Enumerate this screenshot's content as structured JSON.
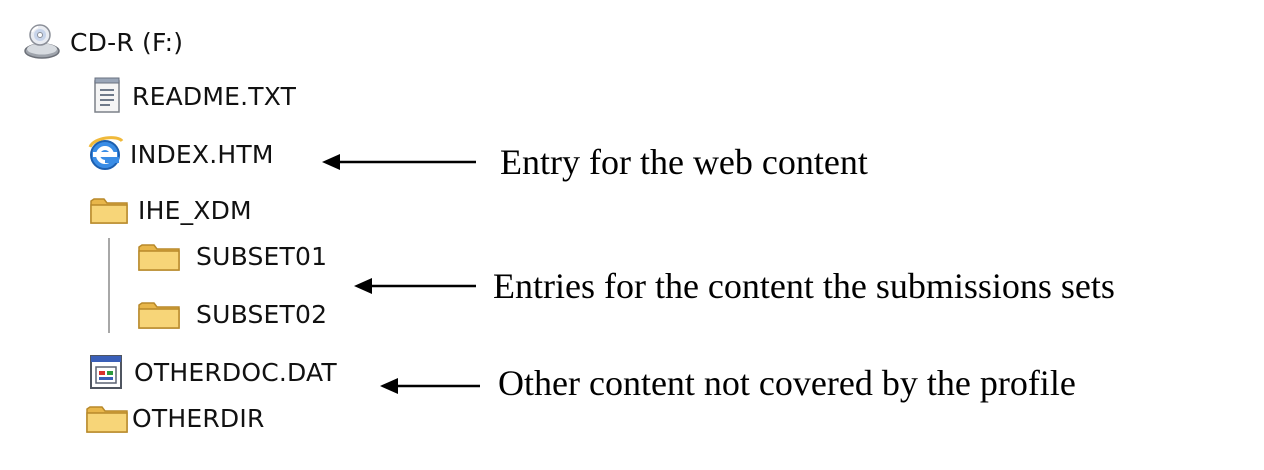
{
  "tree": {
    "drive": {
      "label": "CD-R (F:)",
      "icon": "cd-drive-icon"
    },
    "items": [
      {
        "label": "README.TXT",
        "icon": "text-file-icon"
      },
      {
        "label": "INDEX.HTM",
        "icon": "internet-explorer-icon"
      },
      {
        "label": "IHE_XDM",
        "icon": "folder-icon"
      },
      {
        "label": "SUBSET01",
        "icon": "folder-icon"
      },
      {
        "label": "SUBSET02",
        "icon": "folder-icon"
      },
      {
        "label": "OTHERDOC.DAT",
        "icon": "data-file-icon"
      },
      {
        "label": "OTHERDIR",
        "icon": "folder-icon"
      }
    ]
  },
  "annotations": [
    {
      "text": "Entry for the web content"
    },
    {
      "text": "Entries for the content the submissions sets"
    },
    {
      "text": "Other content not covered by the profile"
    }
  ],
  "colors": {
    "folder": "#f2c65a",
    "folder_edge": "#b8892a",
    "ie_blue": "#2a78d4",
    "tree_line": "#a8a8a8",
    "arrow": "#000000"
  }
}
